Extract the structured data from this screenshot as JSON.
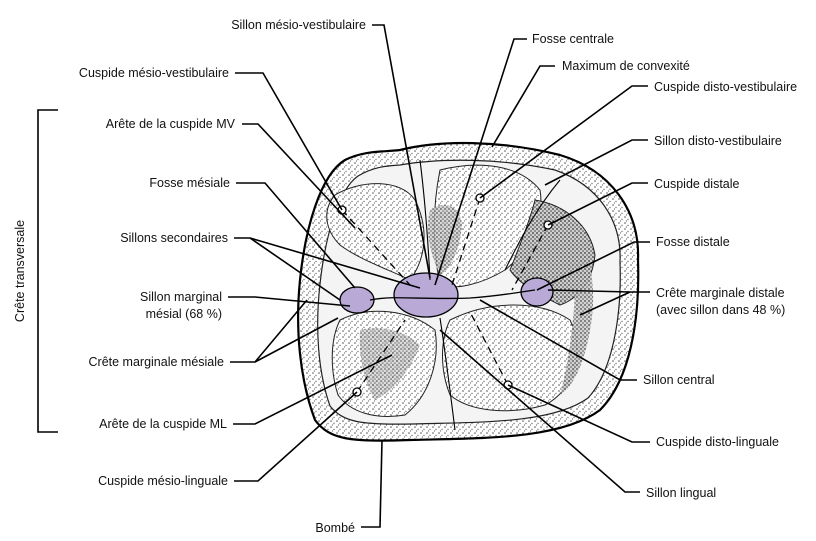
{
  "diagram": {
    "side_label": "Crête transversale",
    "labels": {
      "sillon_mesio_vestibulaire": "Sillon mésio-vestibulaire",
      "fosse_centrale": "Fosse centrale",
      "cuspide_mesio_vestibulaire": "Cuspide mésio-vestibulaire",
      "maximum_convexite": "Maximum de convexité",
      "cuspide_disto_vestibulaire": "Cuspide disto-vestibulaire",
      "arete_cuspide_mv": "Arête de la cuspide MV",
      "sillon_disto_vestibulaire": "Sillon disto-vestibulaire",
      "fosse_mesiale": "Fosse mésiale",
      "cuspide_distale": "Cuspide distale",
      "sillons_secondaires": "Sillons secondaires",
      "fosse_distale": "Fosse distale",
      "sillon_marginal_mesial_1": "Sillon marginal",
      "sillon_marginal_mesial_2": "mésial (68 %)",
      "crete_marginale_distale_1": "Crête marginale distale",
      "crete_marginale_distale_2": "(avec sillon dans 48 %)",
      "crete_marginale_mesiale": "Crête marginale mésiale",
      "sillon_central": "Sillon central",
      "arete_cuspide_ml": "Arête de la cuspide ML",
      "cuspide_disto_linguale": "Cuspide disto-linguale",
      "cuspide_mesio_linguale": "Cuspide mésio-linguale",
      "sillon_lingual": "Sillon lingual",
      "bombe": "Bombé"
    }
  }
}
